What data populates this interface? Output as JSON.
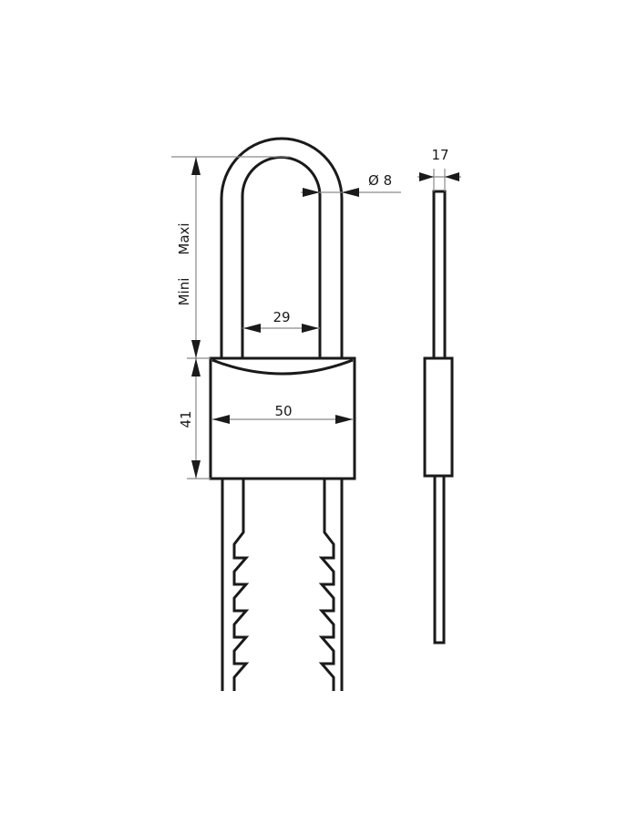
{
  "drawing": {
    "title": "Padlock long shackle technical drawing",
    "stroke_color": "#1a1a1a",
    "dimension_line_color": "#8a8a8a",
    "background": "#ffffff"
  },
  "dimensions": {
    "shackle_diameter": "Ø 8",
    "shackle_inner_width": "29",
    "body_width": "50",
    "body_height": "41",
    "body_thickness": "17",
    "shackle_height_min": "Mini",
    "shackle_height_max": "Maxi"
  },
  "views": {
    "front": "front-view",
    "side": "side-view"
  }
}
